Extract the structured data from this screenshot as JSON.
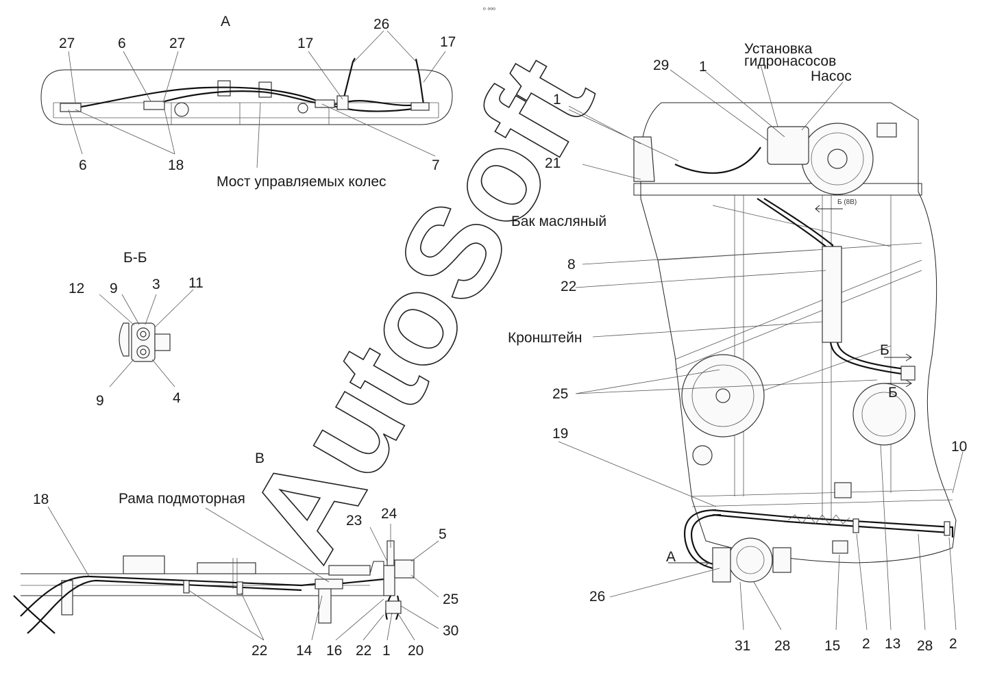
{
  "top_mark": "ₒ ₒₒₒ",
  "watermark": "AutoSoft",
  "view_a": {
    "title": "А",
    "labels": {
      "l27a": "27",
      "l6a": "6",
      "l27b": "27",
      "l17a": "17",
      "l26": "26",
      "l17b": "17",
      "l6b": "6",
      "l18": "18",
      "l7": "7"
    },
    "caption": "Мост управляемых колес"
  },
  "view_bb": {
    "title": "Б-Б",
    "labels": {
      "l12": "12",
      "l9a": "9",
      "l3": "3",
      "l11": "11",
      "l9b": "9",
      "l4": "4"
    }
  },
  "view_v": {
    "title": "В",
    "caption": "Рама подмоторная",
    "labels": {
      "l18": "18",
      "l23": "23",
      "l24": "24",
      "l5": "5",
      "l25": "25",
      "l30": "30",
      "l22a": "22",
      "l14": "14",
      "l16": "16",
      "l22b": "22",
      "l1": "1",
      "l20": "20"
    }
  },
  "main_view": {
    "texts": {
      "ustanovka": "Установка",
      "gidronasosov": "гидронасосов",
      "nasos": "Насос",
      "bak": "Бак масляный",
      "kronshtein": "Кронштейн",
      "b_arrow_top": "Б",
      "b_arrow_bottom": "Б",
      "a_arrow": "А",
      "plate": "Б (8В)"
    },
    "labels": {
      "l29": "29",
      "l1a": "1",
      "l1b": "1",
      "l21": "21",
      "l8": "8",
      "l22": "22",
      "l25": "25",
      "l19": "19",
      "l10": "10",
      "l26": "26",
      "l31": "31",
      "l28a": "28",
      "l15": "15",
      "l2a": "2",
      "l13": "13",
      "l28b": "28",
      "l2b": "2"
    }
  }
}
